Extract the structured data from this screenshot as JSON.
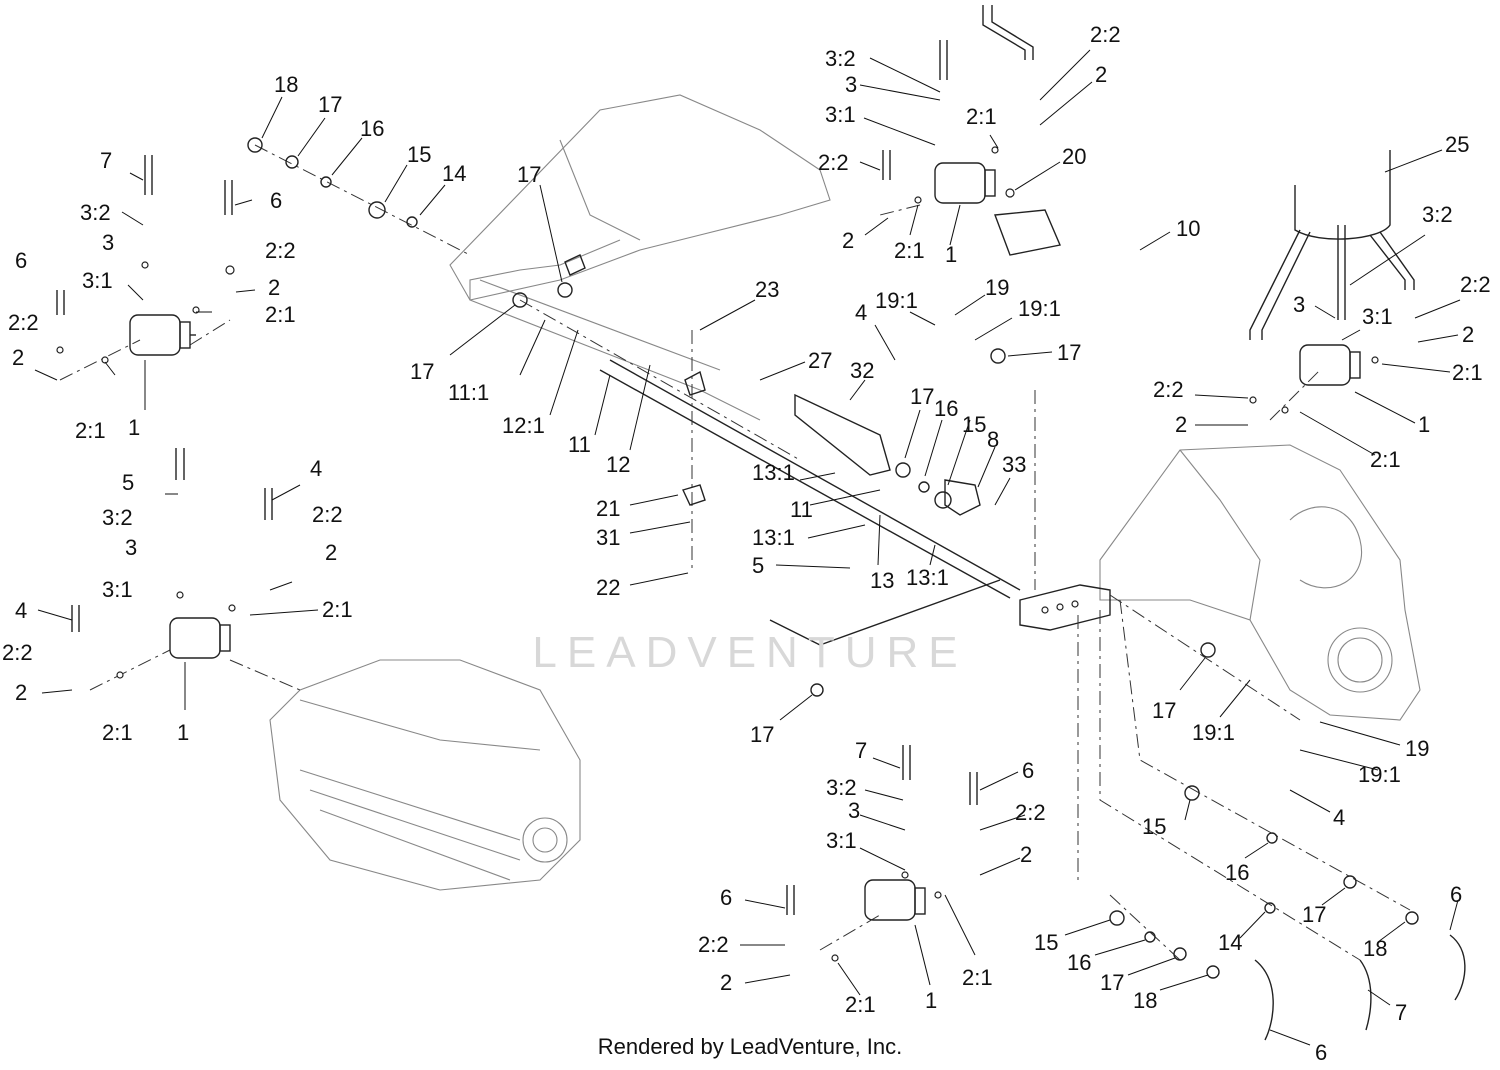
{
  "watermark": "LEADVENTURE",
  "credit": "Rendered by LeadVenture, Inc.",
  "labels": [
    {
      "id": "c1-7",
      "text": "7"
    },
    {
      "id": "c1-3-2",
      "text": "3:2"
    },
    {
      "id": "c1-3",
      "text": "3"
    },
    {
      "id": "c1-3-1",
      "text": "3:1"
    },
    {
      "id": "c1-6a",
      "text": "6"
    },
    {
      "id": "c1-6b",
      "text": "6"
    },
    {
      "id": "c1-2-2a",
      "text": "2:2"
    },
    {
      "id": "c1-2a",
      "text": "2"
    },
    {
      "id": "c1-2-1a",
      "text": "2:1"
    },
    {
      "id": "c1-2-2b",
      "text": "2:2"
    },
    {
      "id": "c1-2b",
      "text": "2"
    },
    {
      "id": "c1-2-1b",
      "text": "2:1"
    },
    {
      "id": "c1-1",
      "text": "1"
    },
    {
      "id": "c2-5",
      "text": "5"
    },
    {
      "id": "c2-3-2",
      "text": "3:2"
    },
    {
      "id": "c2-3",
      "text": "3"
    },
    {
      "id": "c2-3-1",
      "text": "3:1"
    },
    {
      "id": "c2-4a",
      "text": "4"
    },
    {
      "id": "c2-2-2a",
      "text": "2:2"
    },
    {
      "id": "c2-2a",
      "text": "2"
    },
    {
      "id": "c2-2-1a",
      "text": "2:1"
    },
    {
      "id": "c2-4b",
      "text": "4"
    },
    {
      "id": "c2-2-2b",
      "text": "2:2"
    },
    {
      "id": "c2-2b",
      "text": "2"
    },
    {
      "id": "c2-2-1b",
      "text": "2:1"
    },
    {
      "id": "c2-1",
      "text": "1"
    },
    {
      "id": "s-18",
      "text": "18"
    },
    {
      "id": "s-17",
      "text": "17"
    },
    {
      "id": "s-16",
      "text": "16"
    },
    {
      "id": "s-15",
      "text": "15"
    },
    {
      "id": "s-14",
      "text": "14"
    },
    {
      "id": "m-17a",
      "text": "17"
    },
    {
      "id": "m-17b",
      "text": "17"
    },
    {
      "id": "m-11-1",
      "text": "11:1"
    },
    {
      "id": "m-12-1",
      "text": "12:1"
    },
    {
      "id": "m-11",
      "text": "11"
    },
    {
      "id": "m-12",
      "text": "12"
    },
    {
      "id": "m-23",
      "text": "23"
    },
    {
      "id": "m-27",
      "text": "27"
    },
    {
      "id": "m-21",
      "text": "21"
    },
    {
      "id": "m-31",
      "text": "31"
    },
    {
      "id": "m-22",
      "text": "22"
    },
    {
      "id": "t-3-2",
      "text": "3:2"
    },
    {
      "id": "t-3",
      "text": "3"
    },
    {
      "id": "t-3-1",
      "text": "3:1"
    },
    {
      "id": "t-2-2a",
      "text": "2:2"
    },
    {
      "id": "t-2a",
      "text": "2"
    },
    {
      "id": "t-2-1a",
      "text": "2:1"
    },
    {
      "id": "t-2-1b",
      "text": "2:1"
    },
    {
      "id": "t-2-2b",
      "text": "2:2"
    },
    {
      "id": "t-2b",
      "text": "2"
    },
    {
      "id": "t-1",
      "text": "1"
    },
    {
      "id": "t-20",
      "text": "20"
    },
    {
      "id": "t-10",
      "text": "10"
    },
    {
      "id": "v-4",
      "text": "4"
    },
    {
      "id": "v-19-1a",
      "text": "19:1"
    },
    {
      "id": "v-19",
      "text": "19"
    },
    {
      "id": "v-19-1b",
      "text": "19:1"
    },
    {
      "id": "v-17",
      "text": "17"
    },
    {
      "id": "v-32",
      "text": "32"
    },
    {
      "id": "v-17b",
      "text": "17"
    },
    {
      "id": "v-16",
      "text": "16"
    },
    {
      "id": "v-15",
      "text": "15"
    },
    {
      "id": "v-8",
      "text": "8"
    },
    {
      "id": "v-33",
      "text": "33"
    },
    {
      "id": "v-13-1a",
      "text": "13:1"
    },
    {
      "id": "v-11",
      "text": "11"
    },
    {
      "id": "v-13-1b",
      "text": "13:1"
    },
    {
      "id": "v-5",
      "text": "5"
    },
    {
      "id": "v-13",
      "text": "13"
    },
    {
      "id": "v-13-1c",
      "text": "13:1"
    },
    {
      "id": "r-25",
      "text": "25"
    },
    {
      "id": "r-3-2",
      "text": "3:2"
    },
    {
      "id": "r-2-2a",
      "text": "2:2"
    },
    {
      "id": "r-3",
      "text": "3"
    },
    {
      "id": "r-3-1",
      "text": "3:1"
    },
    {
      "id": "r-2a",
      "text": "2"
    },
    {
      "id": "r-2-1a",
      "text": "2:1"
    },
    {
      "id": "r-2-2b",
      "text": "2:2"
    },
    {
      "id": "r-2b",
      "text": "2"
    },
    {
      "id": "r-1",
      "text": "1"
    },
    {
      "id": "r-2-1b",
      "text": "2:1"
    },
    {
      "id": "f-17a",
      "text": "17"
    },
    {
      "id": "f-19-1a",
      "text": "19:1"
    },
    {
      "id": "f-19",
      "text": "19"
    },
    {
      "id": "f-19-1b",
      "text": "19:1"
    },
    {
      "id": "f-4",
      "text": "4"
    },
    {
      "id": "f-17b",
      "text": "17"
    },
    {
      "id": "b-7",
      "text": "7"
    },
    {
      "id": "b-3-2",
      "text": "3:2"
    },
    {
      "id": "b-3",
      "text": "3"
    },
    {
      "id": "b-3-1",
      "text": "3:1"
    },
    {
      "id": "b-6a",
      "text": "6"
    },
    {
      "id": "b-2-2a",
      "text": "2:2"
    },
    {
      "id": "b-2a",
      "text": "2"
    },
    {
      "id": "b-6b",
      "text": "6"
    },
    {
      "id": "b-2-2b",
      "text": "2:2"
    },
    {
      "id": "b-2b",
      "text": "2"
    },
    {
      "id": "b-2-1a",
      "text": "2:1"
    },
    {
      "id": "b-1",
      "text": "1"
    },
    {
      "id": "b-2-1b",
      "text": "2:1"
    },
    {
      "id": "h-15a",
      "text": "15"
    },
    {
      "id": "h-16a",
      "text": "16"
    },
    {
      "id": "h-17a",
      "text": "17"
    },
    {
      "id": "h-6a",
      "text": "6"
    },
    {
      "id": "h-14",
      "text": "14"
    },
    {
      "id": "h-18a",
      "text": "18"
    },
    {
      "id": "h-15b",
      "text": "15"
    },
    {
      "id": "h-16b",
      "text": "16"
    },
    {
      "id": "h-17b",
      "text": "17"
    },
    {
      "id": "h-18b",
      "text": "18"
    },
    {
      "id": "h-7",
      "text": "7"
    },
    {
      "id": "h-6b",
      "text": "6"
    }
  ]
}
